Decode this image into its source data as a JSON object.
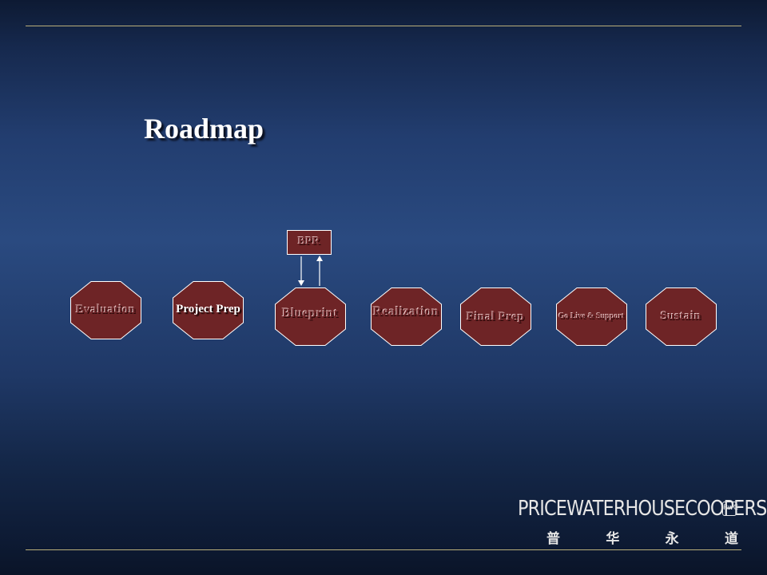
{
  "slide": {
    "title": "Roadmap",
    "phases": [
      {
        "label": "Evaluation"
      },
      {
        "label": "Project Prep"
      },
      {
        "label": "Blueprint"
      },
      {
        "label": "Realization"
      },
      {
        "label": "Final Prep"
      },
      {
        "label": "Go Live & Support"
      },
      {
        "label": "Sustain"
      }
    ],
    "bpr": {
      "label": "BPR"
    }
  },
  "logo": {
    "wordmark": "PRICEWATERHOUSECOOPERS",
    "mark": "PwC",
    "chinese": [
      "普",
      "华",
      "永",
      "道"
    ]
  },
  "colors": {
    "octagon_fill": "#6e2426",
    "octagon_stroke": "#ffffff",
    "rule": "#b9ad79",
    "background": "#2a4a80"
  }
}
